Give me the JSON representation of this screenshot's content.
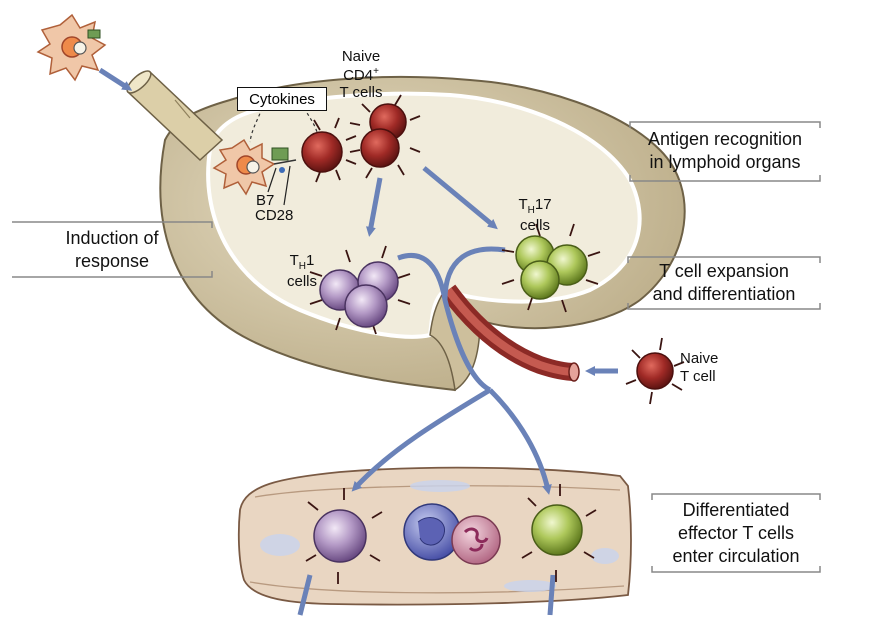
{
  "labels": {
    "cytokines": "Cytokines",
    "naive_cd4": [
      "Naive",
      "CD4",
      "T cells"
    ],
    "naive_cd4_sup": "+",
    "b7": "B7",
    "cd28": "CD28",
    "th1_main": "T",
    "th1_sub": "H",
    "th1_num": "1",
    "th1_cells": "cells",
    "th17_main": "T",
    "th17_sub": "H",
    "th17_num": "17",
    "th17_cells": "cells",
    "naive_t": [
      "Naive",
      "T cell"
    ]
  },
  "captions": {
    "induction": [
      "Induction of",
      "response"
    ],
    "antigen": [
      "Antigen recognition",
      "in lymphoid organs"
    ],
    "expansion": [
      "T cell expansion",
      "and differentiation"
    ],
    "effector": [
      "Differentiated",
      "effector T cells",
      "enter circulation"
    ]
  },
  "colors": {
    "node_fill": "#d8ccad",
    "node_inner": "#f1ecdc",
    "arrow": "#6a82b8",
    "naive_cell": "#9c2a26",
    "th1_cell": "#a489b8",
    "th17_cell": "#a3c050",
    "vessel": "#a8403a"
  }
}
